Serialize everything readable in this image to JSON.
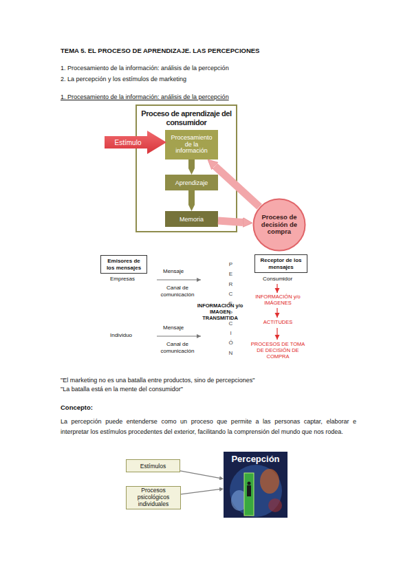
{
  "diagram": {
    "title": "TEMA 5. EL PROCESO DE APRENDIZAJE. LAS PERCEPCIONES",
    "nodes": [
      {
        "text": [
          "Proceso de aprendizaje del consumidor"
        ]
      },
      {
        "text": [
          "Procesamiento de la información"
        ],
        "in": 0
      },
      {
        "text": [
          "Aprendizaje"
        ],
        "in": 0
      },
      {
        "text": [
          "Memoria"
        ],
        "in": 0
      },
      {
        "text": [
          "Estímulo"
        ]
      },
      {
        "text": [
          "Proceso de decisión de compra"
        ]
      },
      {
        "text": [
          "Emisores de los mensajes"
        ]
      },
      {
        "text": [
          "Receptor de los mensajes"
        ]
      },
      {
        "text": [
          "Estímulos"
        ]
      },
      {
        "text": [
          "Procesos psicológicos individuales"
        ]
      },
      {
        "text": [
          "Percepción"
        ]
      }
    ],
    "edges": [
      {
        "from": 1,
        "to": 2,
        "arrow": "to"
      },
      {
        "from": 2,
        "to": 3,
        "arrow": "to"
      },
      {
        "from": 3,
        "to": 5,
        "arrow": "to"
      },
      {
        "from": 5,
        "to": 1,
        "arrow": "to"
      },
      {
        "from": 8,
        "to": 10,
        "arrow": "to"
      },
      {
        "from": 9,
        "to": 10,
        "arrow": "to"
      }
    ],
    "labels": [
      "1. Procesamiento de la información: análisis de la percepción",
      "2. La percepción y los estímulos de marketing",
      "1. Procesamiento de la información: análisis de la percepción",
      "Empresas",
      "Mensaje",
      "Canal de comunicación",
      "INFORMACIÓN y/o IMAGEN TRANSMITIDA",
      "PERCEPCIÓN",
      "Consumidor",
      "INFORMACIÓN y/o IMÁGENES",
      "ACTITUDES",
      "PROCESOS DE TOMA DE DECISIÓN DE COMPRA",
      "Individuo",
      "Mensaje",
      "Canal de comunicación",
      "\"El marketing no es una batalla entre productos, sino de percepciones\"",
      "\"La batalla está en la mente del consumidor\"",
      "Concepto:",
      "La percepción puede entenderse como un proceso que permite a las personas captar, elaborar e interpretar los estímulos procedentes del exterior, facilitando la comprensión del mundo que nos rodea."
    ]
  }
}
